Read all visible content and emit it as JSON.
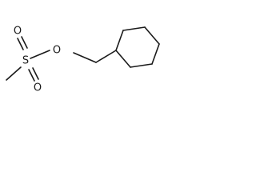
{
  "molecule": {
    "atoms": {
      "sulfur": "S",
      "oxygen_top": "O",
      "oxygen_bottom": "O",
      "oxygen_ester": "O"
    }
  }
}
